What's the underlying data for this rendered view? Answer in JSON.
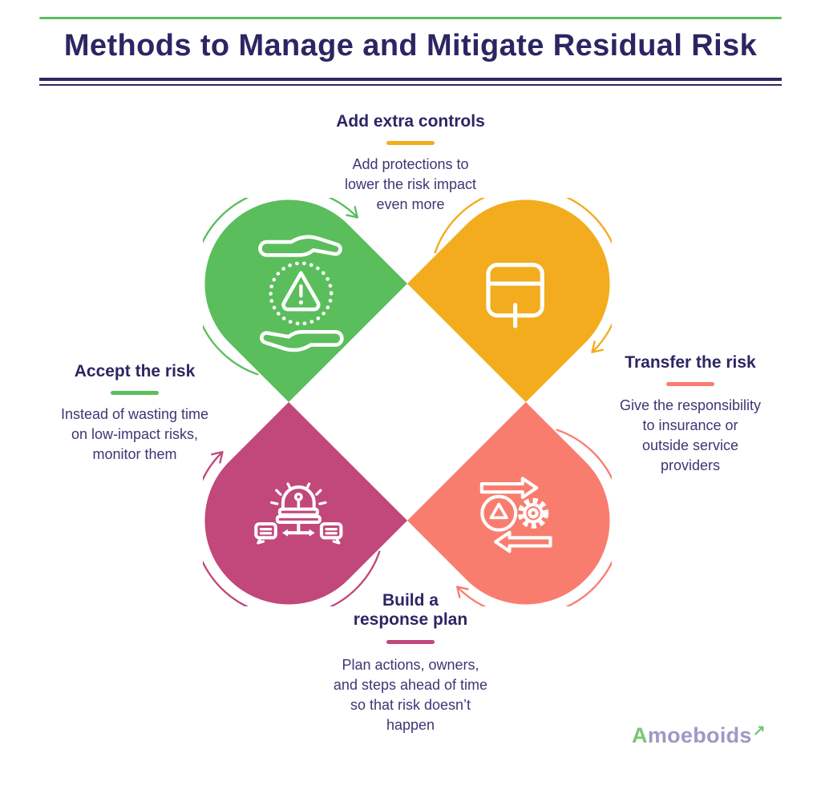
{
  "background": "#FFFFFF",
  "header": {
    "title": "Methods to Manage and Mitigate Residual Risk",
    "title_color": "#2B2663",
    "accent_line_color": "#5BBE5C",
    "rule_color": "#2E2A62"
  },
  "methods": [
    {
      "id": "add-extra-controls",
      "text_position": "top",
      "petal_position": "top-right",
      "title": "Add extra controls",
      "description_lines": [
        "Add protections to",
        "lower the risk impact",
        "even more"
      ],
      "color": "#F2AC1D",
      "icon": "card-plus-icon"
    },
    {
      "id": "transfer-the-risk",
      "text_position": "right",
      "petal_position": "bottom-right",
      "title": "Transfer the risk",
      "description_lines": [
        "Give the responsibility",
        "to insurance or",
        "outside service",
        "providers"
      ],
      "color": "#F97D6F",
      "icon": "swap-warning-gear-icon"
    },
    {
      "id": "accept-the-risk",
      "text_position": "left",
      "petal_position": "top-left",
      "title": "Accept the risk",
      "description_lines": [
        "Instead of wasting time",
        "on low-impact risks,",
        "monitor them"
      ],
      "color": "#5BBE5C",
      "icon": "hands-warning-icon"
    },
    {
      "id": "build-a-response-plan",
      "text_position": "bottom",
      "petal_position": "bottom-left",
      "title_lines": [
        "Build a",
        "response plan"
      ],
      "description_lines": [
        "Plan actions, owners,",
        "and steps ahead of time",
        "so that risk doesn’t",
        "happen"
      ],
      "color": "#C2477A",
      "icon": "siren-chat-icon"
    }
  ],
  "logo": {
    "prefix": "A",
    "rest": "moeboids",
    "arrow": "↗",
    "accent_color": "#7CC477",
    "text_color": "#9E98C8"
  }
}
